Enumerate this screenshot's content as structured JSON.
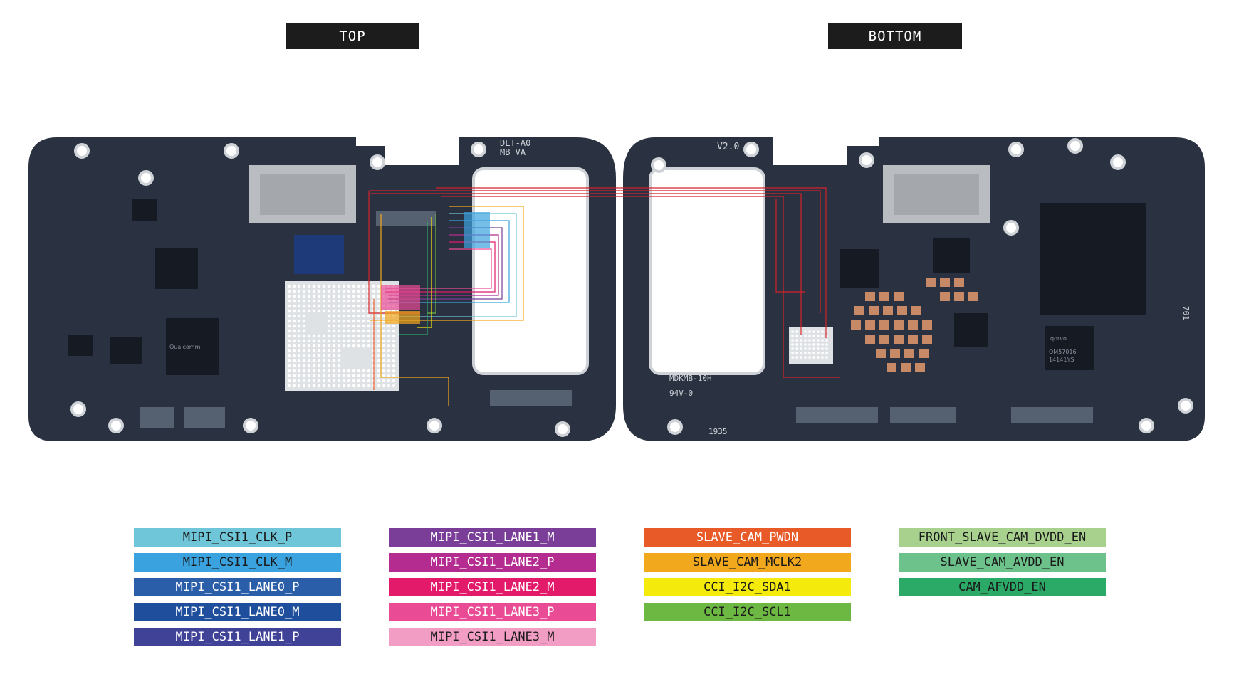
{
  "headers": {
    "top": "TOP",
    "bottom": "BOTTOM"
  },
  "board_markings": {
    "top_rev": "DLT-A0",
    "top_rev2": "MB VA",
    "bottom_ver": "V2.0",
    "bottom_code": "MDKMB-10H",
    "bottom_code2": "94V-0",
    "bottom_date": "1935",
    "bottom_mark": "701",
    "chip_text_1": "Qualcomm",
    "chip_text_2": "qorvo",
    "chip_text_3": "QM57016",
    "chip_text_4": "14141YS"
  },
  "colors": {
    "board": "#2a3140",
    "board_dark": "#1d222d",
    "shield": "#b9bcc0",
    "trace_red": "#d2232a",
    "header_bg": "#1c1c1c"
  },
  "legend": [
    [
      {
        "label": "MIPI_CSI1_CLK_P",
        "color": "#6fc6d8",
        "text_color": "#1a1a1a"
      },
      {
        "label": "MIPI_CSI1_CLK_M",
        "color": "#3aa2de",
        "text_color": "#1a1a1a"
      },
      {
        "label": "MIPI_CSI1_LANE0_P",
        "color": "#2b5ea9",
        "text_color": "#ffffff"
      },
      {
        "label": "MIPI_CSI1_LANE0_M",
        "color": "#1f4f9c",
        "text_color": "#ffffff"
      },
      {
        "label": "MIPI_CSI1_LANE1_P",
        "color": "#3f4297",
        "text_color": "#ffffff"
      }
    ],
    [
      {
        "label": "MIPI_CSI1_LANE1_M",
        "color": "#7b3e98",
        "text_color": "#ffffff"
      },
      {
        "label": "MIPI_CSI1_LANE2_P",
        "color": "#b42c8f",
        "text_color": "#ffffff"
      },
      {
        "label": "MIPI_CSI1_LANE2_M",
        "color": "#e3196a",
        "text_color": "#ffffff"
      },
      {
        "label": "MIPI_CSI1_LANE3_P",
        "color": "#e94c95",
        "text_color": "#ffffff"
      },
      {
        "label": "MIPI_CSI1_LANE3_M",
        "color": "#f19dc4",
        "text_color": "#1a1a1a"
      }
    ],
    [
      {
        "label": "SLAVE_CAM_PWDN",
        "color": "#e85a27",
        "text_color": "#ffffff"
      },
      {
        "label": "SLAVE_CAM_MCLK2",
        "color": "#f2a81d",
        "text_color": "#1a1a1a"
      },
      {
        "label": "CCI_I2C_SDA1",
        "color": "#f4ea0c",
        "text_color": "#1a1a1a"
      },
      {
        "label": "CCI_I2C_SCL1",
        "color": "#6cb842",
        "text_color": "#1a1a1a"
      }
    ],
    [
      {
        "label": "FRONT_SLAVE_CAM_DVDD_EN",
        "color": "#a9d18e",
        "text_color": "#1a1a1a"
      },
      {
        "label": "SLAVE_CAM_AVDD_EN",
        "color": "#6cc28a",
        "text_color": "#1a1a1a"
      },
      {
        "label": "CAM_AFVDD_EN",
        "color": "#2aaa66",
        "text_color": "#1a1a1a"
      }
    ]
  ]
}
